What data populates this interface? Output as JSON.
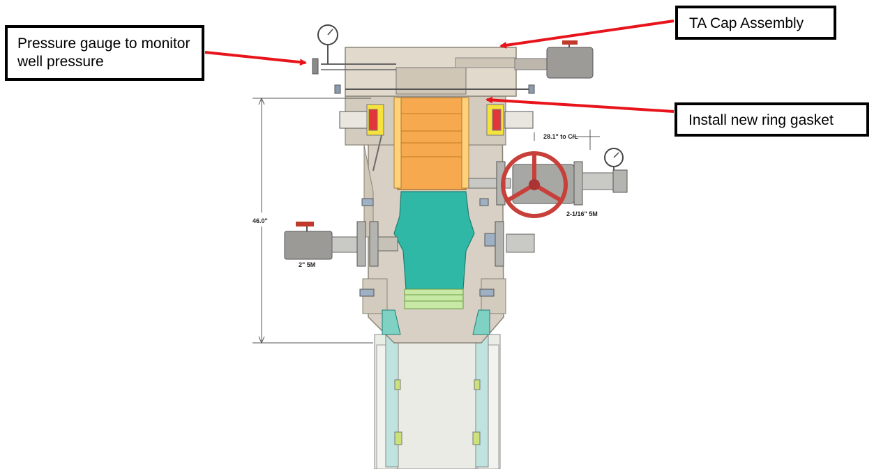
{
  "callouts": {
    "pressure_gauge": "Pressure gauge to monitor well pressure",
    "cap_assembly": "TA Cap Assembly",
    "ring_gasket": "Install new ring gasket"
  },
  "drawing_labels": {
    "height": "46.0\"",
    "offset": "28.1\" to C/L",
    "valve_left": "2\" 5M",
    "valve_right": "2-1/16\" 5M"
  },
  "colors": {
    "arrow": "#e8141b",
    "body": "#d8d0c4",
    "orange": "#f6a94e",
    "teal": "#2fb8a6",
    "valve_wheel": "#c8403a"
  }
}
